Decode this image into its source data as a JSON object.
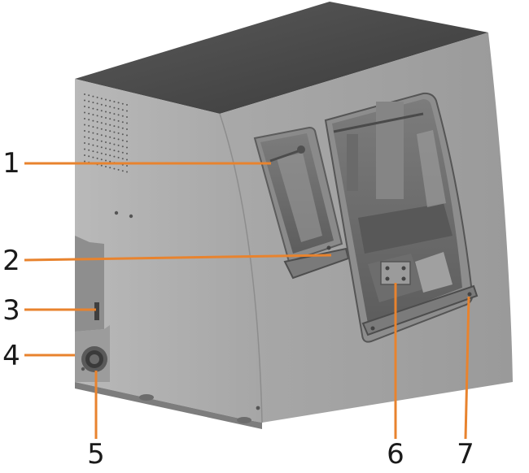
{
  "callouts": [
    {
      "id": "1",
      "label": "1"
    },
    {
      "id": "2",
      "label": "2"
    },
    {
      "id": "3",
      "label": "3"
    },
    {
      "id": "4",
      "label": "4"
    },
    {
      "id": "5",
      "label": "5"
    },
    {
      "id": "6",
      "label": "6"
    },
    {
      "id": "7",
      "label": "7"
    }
  ],
  "colors": {
    "leader_line": "#e8832e",
    "body_front": "#a4a4a4",
    "body_side": "#b6b6b6",
    "top": "#454545",
    "window_interior": "#6f6f6f",
    "number_text": "#1a1a1a"
  }
}
